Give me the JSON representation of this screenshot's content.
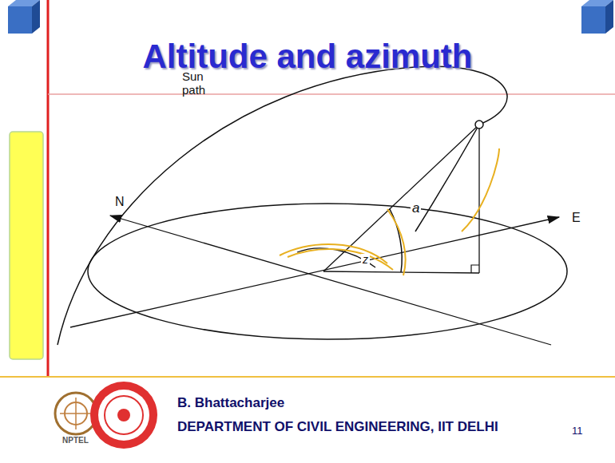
{
  "diagram": {
    "title": "Altitude and azimuth",
    "labels": [
      "Sun path",
      "N",
      "E",
      "a",
      "z",
      "NPTEL",
      "B. Bhattacharjee",
      "DEPARTMENT OF CIVIL ENGINEERING, IIT DELHI",
      "11"
    ]
  }
}
